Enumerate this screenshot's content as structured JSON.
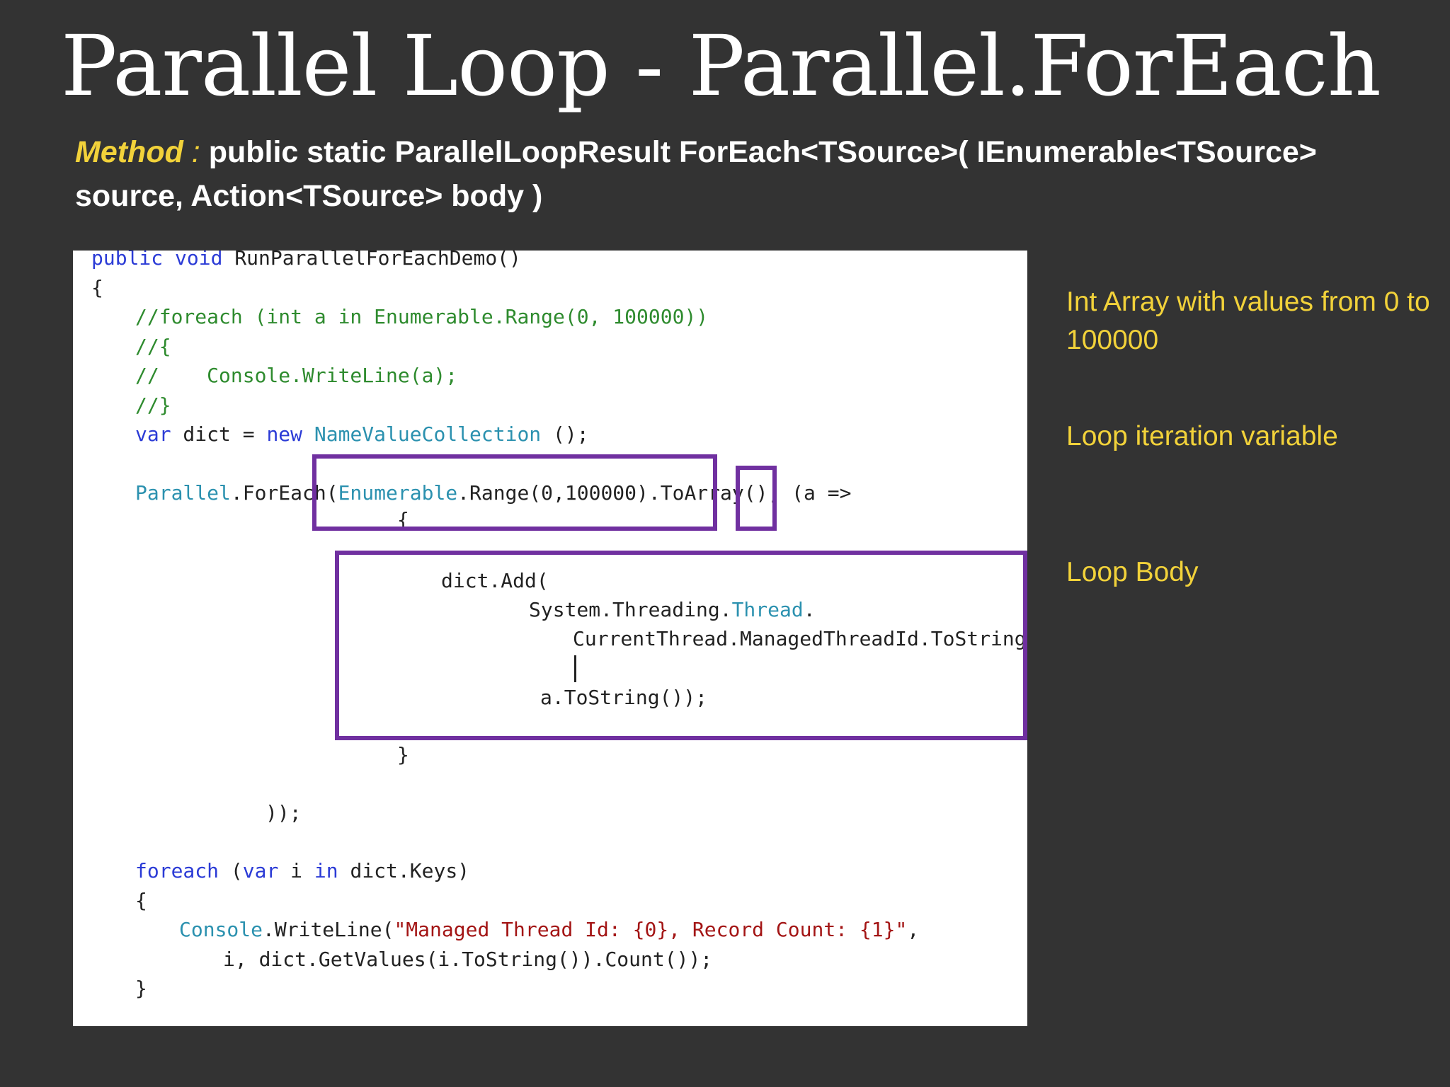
{
  "slide": {
    "title": "Parallel Loop - Parallel.ForEach",
    "method_label": "Method",
    "method_colon": " : ",
    "method_signature": "public static ParallelLoopResult ForEach<TSource>( IEnumerable<TSource> source, Action<TSource> body )"
  },
  "code": {
    "l1_kw1": "public",
    "l1_kw2": "void",
    "l1_name": "RunParallelForEachDemo()",
    "l2": "{",
    "l3": "//foreach (int a in Enumerable.Range(0, 100000))",
    "l4": "//{",
    "l5": "//    Console.WriteLine(a);",
    "l6": "//}",
    "l7_kw1": "var",
    "l7_mid": " dict = ",
    "l7_kw2": "new",
    "l7_type": "NameValueCollection",
    "l7_end": " ();",
    "l8_type1": "Parallel",
    "l8_mid1": ".ForEach(",
    "l8_type2": "Enumerable",
    "l8_mid2": ".Range(0,100000).ToArray(), (a =>",
    "l9": "{",
    "l10": "dict.Add(",
    "l11_a": "System.Threading.",
    "l11_type": "Thread",
    "l11_b": ".",
    "l12": "CurrentThread.ManagedThreadId.ToString(),",
    "l13": "a.ToString());",
    "l14": "}",
    "l15": "));",
    "l16_kw1": "foreach",
    "l16_a": " (",
    "l16_kw2": "var",
    "l16_b": " i ",
    "l16_kw3": "in",
    "l16_c": " dict.Keys)",
    "l17": "{",
    "l18_type": "Console",
    "l18_a": ".WriteLine(",
    "l18_str": "\"Managed Thread Id: {0}, Record Count: {1}\"",
    "l18_b": ",",
    "l19": "i, dict.GetValues(i.ToString()).Count());",
    "l20": "}"
  },
  "annotations": {
    "int_array": "Int Array with values from 0 to 100000",
    "loop_var": "Loop iteration variable",
    "loop_body": "Loop Body"
  },
  "colors": {
    "background": "#333333",
    "accent_yellow": "#f2d23a",
    "highlight_box": "#7030a0"
  }
}
